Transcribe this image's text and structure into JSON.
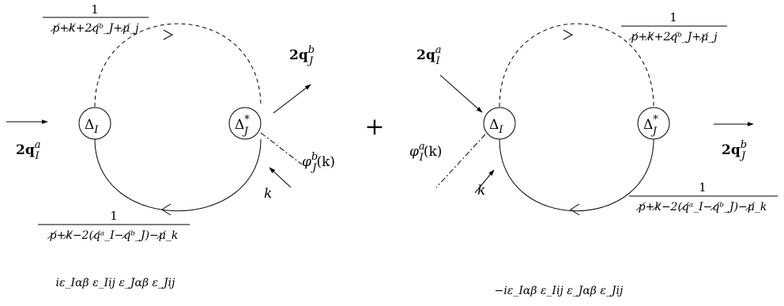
{
  "colors": {
    "ink": "#000000",
    "background": "#ffffff"
  },
  "left": {
    "vertex_left": "Δ",
    "vertex_left_sub": "I",
    "vertex_right": "Δ",
    "vertex_right_sup": "*",
    "vertex_right_sub": "J",
    "top_prop_num": "1",
    "top_prop_den": "p̸+k̸+2q̸ᵇ_J+μ̸_j",
    "bottom_prop_num": "1",
    "bottom_prop_den": "p̸+k̸−2(q̸ᵃ_I−q̸ᵇ_J)−μ̸_k",
    "incoming_label": "2q",
    "incoming_sup": "a",
    "incoming_sub": "I",
    "outgoing_label": "2q",
    "outgoing_sup": "b",
    "outgoing_sub": "J",
    "phi_label": "φ",
    "phi_sup": "b",
    "phi_sub": "J",
    "phi_arg": "(k)",
    "k_label": "k",
    "factor": "iε_Iαβ ε_Iij ε_Jαβ ε_Jij"
  },
  "plus_sign": "+",
  "right": {
    "vertex_left": "Δ",
    "vertex_left_sub": "I",
    "vertex_right": "Δ",
    "vertex_right_sup": "*",
    "vertex_right_sub": "J",
    "top_prop_num": "1",
    "top_prop_den": "p̸+k̸+2q̸ᵇ_J+μ̸_j",
    "bottom_prop_num": "1",
    "bottom_prop_den": "p̸+k̸−2(q̸ᵃ_I−q̸ᵇ_J)−μ̸_k",
    "incoming_label": "2q",
    "incoming_sup": "a",
    "incoming_sub": "I",
    "outgoing_label": "2q",
    "outgoing_sup": "b",
    "outgoing_sub": "J",
    "phi_label": "φ",
    "phi_sup": "a",
    "phi_sub": "I",
    "phi_arg": "(k)",
    "k_label": "k",
    "factor": "−iε_Iαβ ε_Iij ε_Jαβ ε_Jij"
  }
}
